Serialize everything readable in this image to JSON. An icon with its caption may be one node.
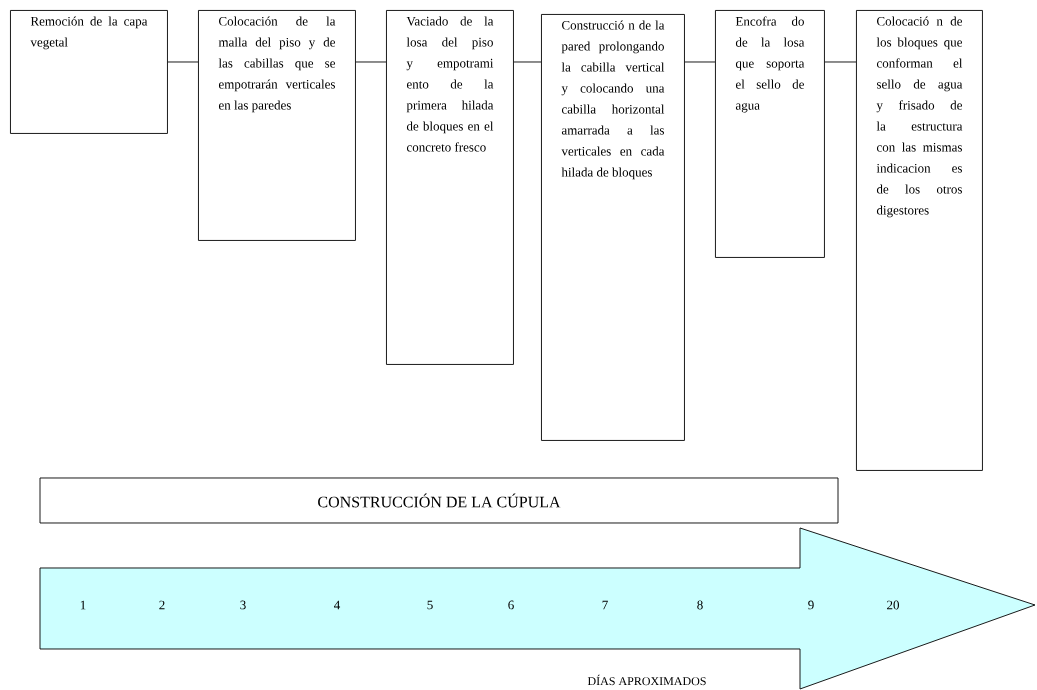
{
  "diagram": {
    "nodes": [
      {
        "text": [
          "Remoción de la capa vegetal"
        ]
      },
      {
        "text": [
          "Colocación de la malla del piso y de las cabillas que se empotrarán verticales en las paredes"
        ]
      },
      {
        "text": [
          "Vaciado de la losa del piso y empotrami ento de la primera hilada de bloques en el concreto fresco"
        ]
      },
      {
        "text": [
          "Construcció n de la pared prolongando la cabilla vertical y colocando una cabilla horizontal amarrada a las verticales en cada hilada de bloques"
        ]
      },
      {
        "text": [
          "Encofra do de la losa que soporta el sello de agua"
        ]
      },
      {
        "text": [
          "Colocació n de los bloques que conforman el sello de agua y frisado de la estructura con las mismas indicacion es de los otros digestores"
        ]
      },
      {
        "text": [
          "CONSTRUCCIÓN DE LA CÚPULA"
        ]
      },
      {
        "text": [
          "1",
          "2",
          "3",
          "4",
          "5",
          "6",
          "7",
          "8",
          "9",
          "20"
        ]
      }
    ],
    "edges": [
      {
        "from": 0,
        "to": 1,
        "arrow": "none"
      },
      {
        "from": 1,
        "to": 2,
        "arrow": "none"
      },
      {
        "from": 2,
        "to": 3,
        "arrow": "none"
      },
      {
        "from": 3,
        "to": 4,
        "arrow": "none"
      },
      {
        "from": 4,
        "to": 5,
        "arrow": "none"
      }
    ],
    "labels": [
      "DÍAS APROXIMADOS"
    ]
  }
}
